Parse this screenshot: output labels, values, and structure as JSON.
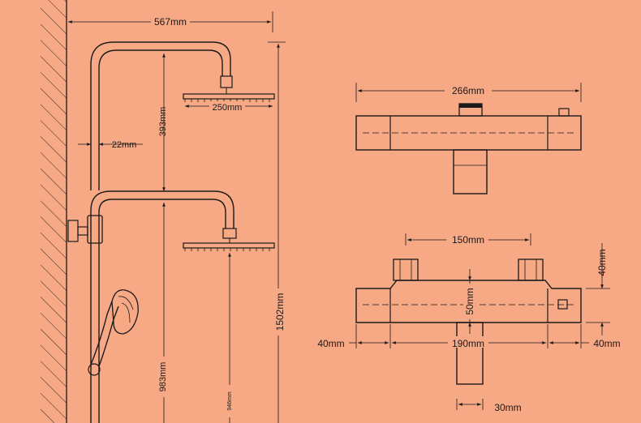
{
  "colors": {
    "background": "#f7a986",
    "line": "#1a1a1a"
  },
  "labels": {
    "arm_length": "567mm",
    "head_size_top": "250mm",
    "upper_drop": "393mm",
    "pipe_diameter": "22mm",
    "lower_height": "983mm",
    "total_height": "1502mm",
    "small_height": "946mm",
    "valve_width": "266mm",
    "inlet_spacing": "150mm",
    "valve_height": "40mm",
    "body_height": "50mm",
    "left_end": "40mm",
    "center_width": "190mm",
    "right_end": "40mm",
    "spout_width": "30mm"
  }
}
